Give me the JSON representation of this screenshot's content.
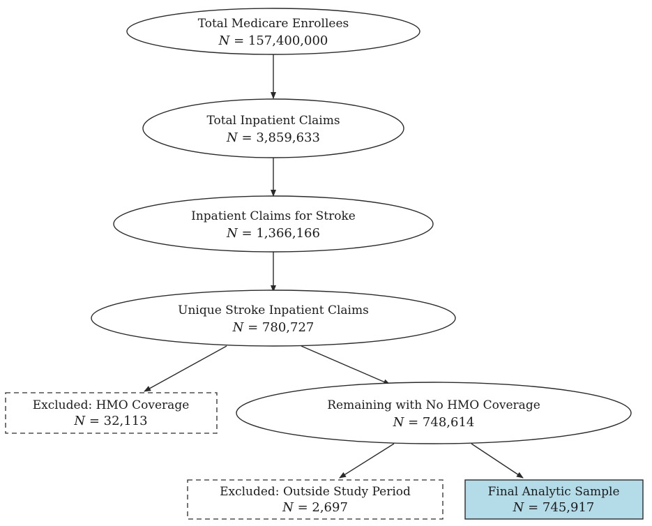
{
  "nodes": {
    "total_enrollees": {
      "title": "Total Medicare Enrollees",
      "n_symbol": "N",
      "n_text": " = 157,400,000"
    },
    "inpatient_claims": {
      "title": "Total Inpatient Claims",
      "n_symbol": "N",
      "n_text": " = 3,859,633"
    },
    "stroke_claims": {
      "title": "Inpatient Claims for Stroke",
      "n_symbol": "N",
      "n_text": " = 1,366,166"
    },
    "unique_stroke": {
      "title": "Unique Stroke Inpatient Claims",
      "n_symbol": "N",
      "n_text": " = 780,727"
    },
    "excluded_hmo": {
      "title": "Excluded: HMO Coverage",
      "n_symbol": "N",
      "n_text": " = 32,113"
    },
    "remaining_no_hmo": {
      "title": "Remaining with No HMO Coverage",
      "n_symbol": "N",
      "n_text": " = 748,614"
    },
    "excluded_period": {
      "title": "Excluded: Outside Study Period",
      "n_symbol": "N",
      "n_text": " = 2,697"
    },
    "final_sample": {
      "title": "Final Analytic Sample",
      "n_symbol": "N",
      "n_text": " = 745,917"
    }
  },
  "colors": {
    "final_fill": "#b3dbe8",
    "stroke": "#2a2a2a",
    "text": "#1c1c1c"
  }
}
